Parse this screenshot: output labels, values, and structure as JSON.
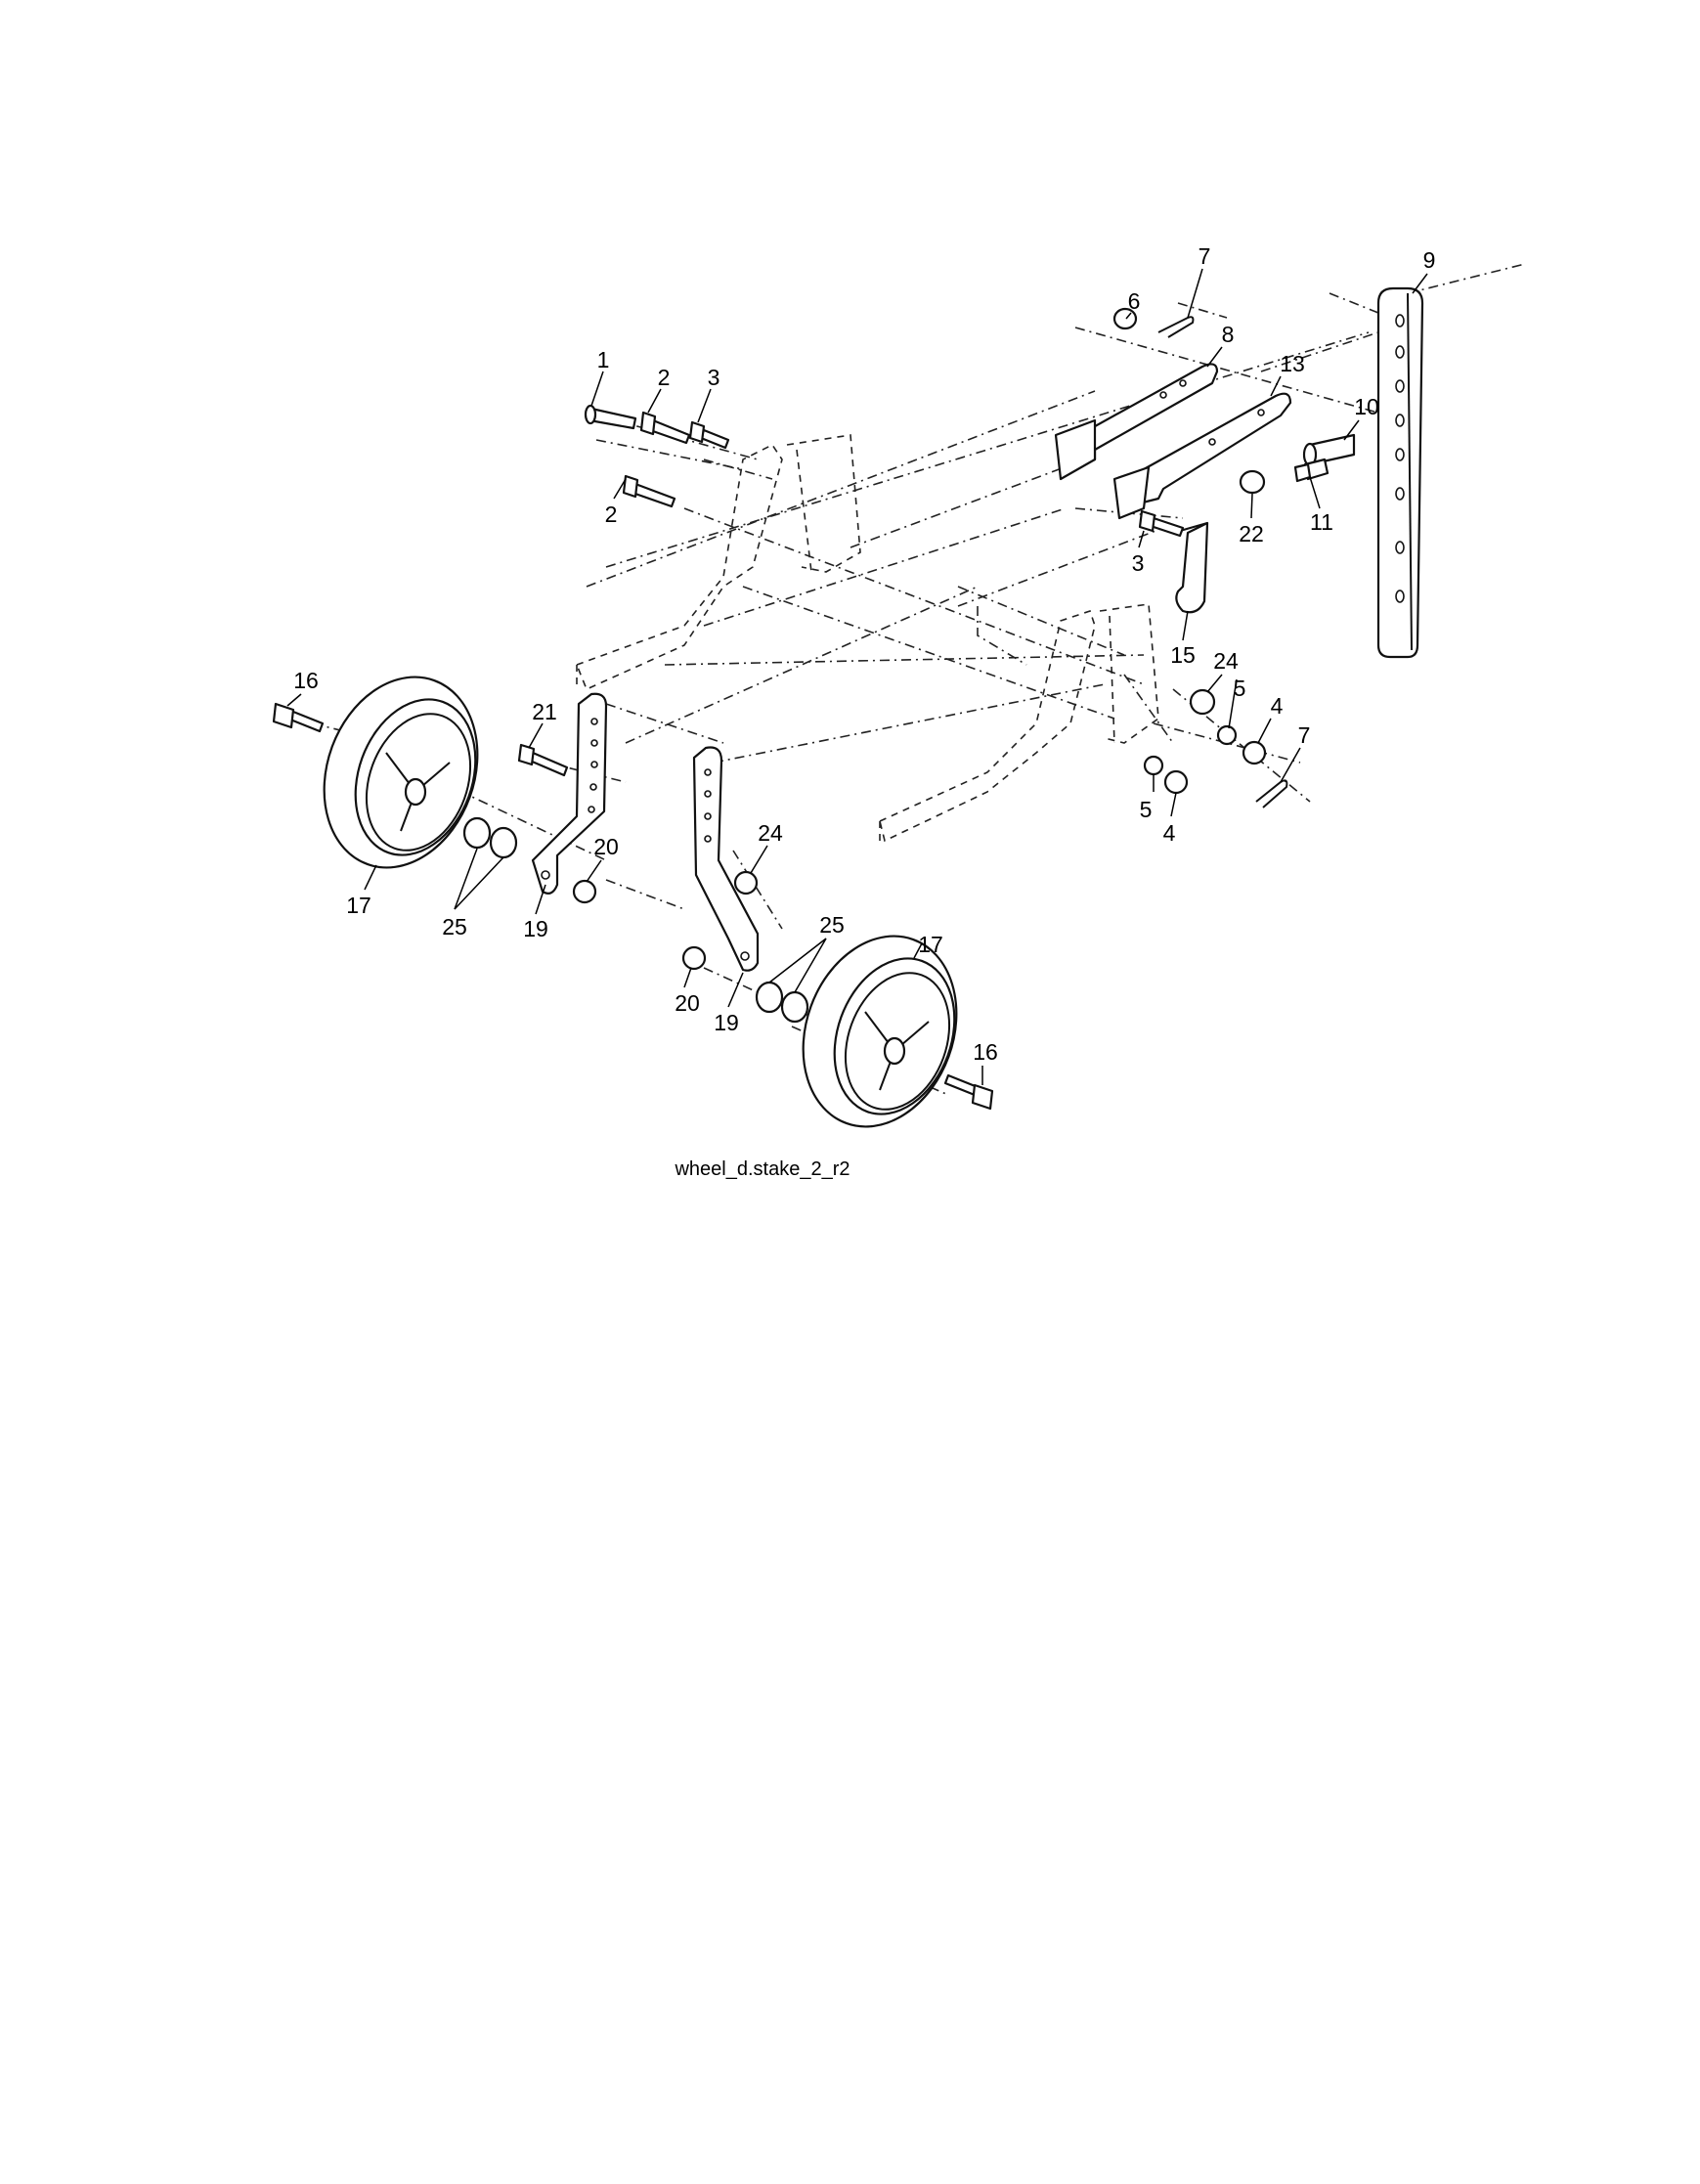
{
  "caption": "wheel_d.stake_2_r2",
  "callouts": {
    "c1": "1",
    "c2a": "2",
    "c2b": "2",
    "c3a": "3",
    "c3b": "3",
    "c4a": "4",
    "c4b": "4",
    "c5a": "5",
    "c5b": "5",
    "c6": "6",
    "c7a": "7",
    "c7b": "7",
    "c8": "8",
    "c9": "9",
    "c10": "10",
    "c11": "11",
    "c13": "13",
    "c15": "15",
    "c16a": "16",
    "c16b": "16",
    "c17a": "17",
    "c17b": "17",
    "c19a": "19",
    "c19b": "19",
    "c20a": "20",
    "c20b": "20",
    "c21": "21",
    "c22": "22",
    "c24a": "24",
    "c24b": "24",
    "c25a": "25",
    "c25b": "25"
  }
}
